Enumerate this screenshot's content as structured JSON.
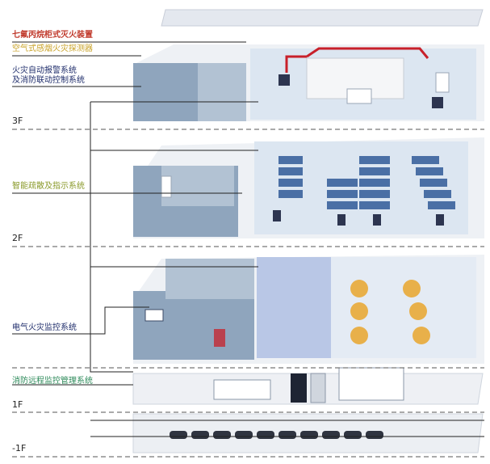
{
  "labels": {
    "heptafluoro": "七氟丙烷柜式灭火装置",
    "aspirating": "空气式感烟火灾探测器",
    "fire_alarm_line1": "火灾自动报警系统",
    "fire_alarm_line2": "及消防联动控制系统",
    "evacuation": "智能疏散及指示系统",
    "electrical": "电气火灾监控系统",
    "remote": "消防远程监控管理系统"
  },
  "floors": [
    "3F",
    "2F",
    "1F",
    "-1F"
  ],
  "colors": {
    "heptafluoro": "#c0392b",
    "aspirating": "#c9a227",
    "fire_alarm": "#1f2d6b",
    "evacuation": "#8a9a2a",
    "electrical": "#1f2d6b",
    "remote": "#2d8a5a",
    "pipe_red": "#c8202a",
    "slab": "#eef0f4",
    "wall": "#7f95ad",
    "wall_light": "#c9d4e0",
    "floor_blue": "#d9e6f5",
    "desk": "#4a6fa5",
    "table": "#e8b04a"
  }
}
